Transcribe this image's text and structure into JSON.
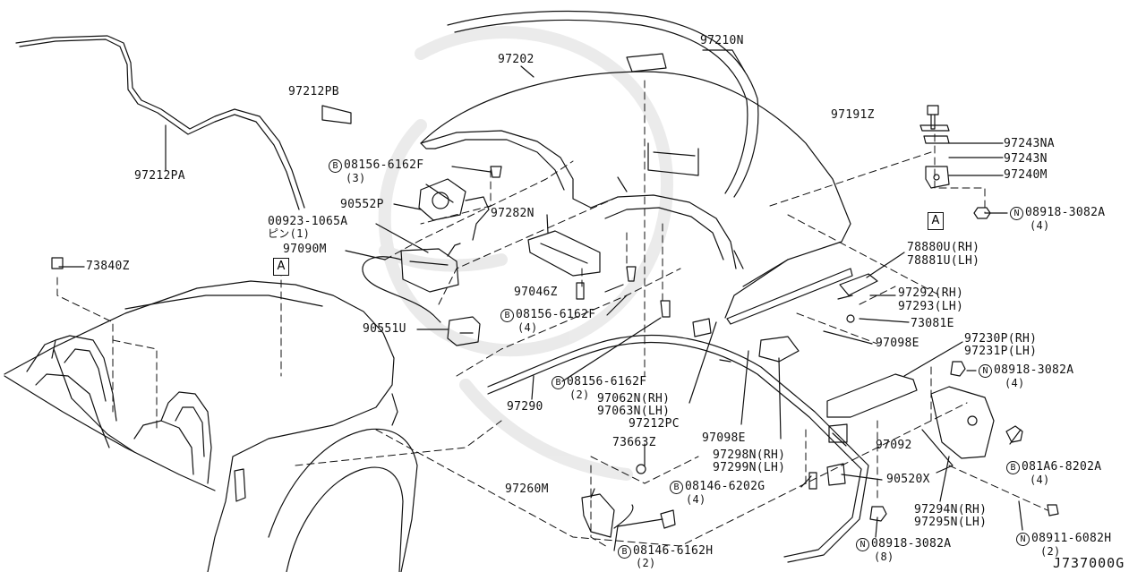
{
  "labels": {
    "p97202": "97202",
    "p97210N": "97210N",
    "p97212PB": "97212PB",
    "p97212PA": "97212PA",
    "p97191Z": "97191Z",
    "p97243NA": "97243NA",
    "p97243N": "97243N",
    "p97240M": "97240M",
    "p08918_3082A_a": "08918-3082A",
    "q08918_3082A_a": "(4)",
    "p08156_6162F_a": "08156-6162F",
    "q08156_6162F_a": "(3)",
    "p90552P": "90552P",
    "p00923_1065A": "00923-1065A",
    "p00923_note": "ピン(1)",
    "p97282N": "97282N",
    "p97090M": "97090M",
    "p73840Z": "73840Z",
    "p78880U": "78880U(RH)",
    "p78881U": "78881U(LH)",
    "p97046Z": "97046Z",
    "p08156_6162F_b": "08156-6162F",
    "q08156_6162F_b": "(4)",
    "p97292": "97292(RH)",
    "p97293": "97293(LH)",
    "p73081E": "73081E",
    "p90551U": "90551U",
    "p97098E_a": "97098E",
    "p97230P": "97230P(RH)",
    "p97231P": "97231P(LH)",
    "p08918_3082A_b": "08918-3082A",
    "q08918_3082A_b": "(4)",
    "p08156_6162F_c": "08156-6162F",
    "q08156_6162F_c": "(2)",
    "p97062N": "97062N(RH)",
    "p97063N": "97063N(LH)",
    "p97290": "97290",
    "p97212PC": "97212PC",
    "p97098E_b": "97098E",
    "p97092": "97092",
    "p73663Z": "73663Z",
    "p97298N": "97298N(RH)",
    "p97299N": "97299N(LH)",
    "p081A6_8202A": "081A6-8202A",
    "q081A6_8202A": "(4)",
    "p97260M": "97260M",
    "p08146_6202G": "08146-6202G",
    "q08146_6202G": "(4)",
    "p90520X": "90520X",
    "p97294N": "97294N(RH)",
    "p97295N": "97295N(LH)",
    "p08911_6082H": "08911-6082H",
    "q08911_6082H": "(2)",
    "p08146_6162H": "08146-6162H",
    "q08146_6162H": "(2)",
    "p08918_3082A_c": "08918-3082A",
    "q08918_3082A_c": "(8)"
  },
  "prefixes": {
    "B": "B",
    "N": "N"
  },
  "view_marks": {
    "a1": "A",
    "a2": "A"
  },
  "ref_code": "J737000G"
}
